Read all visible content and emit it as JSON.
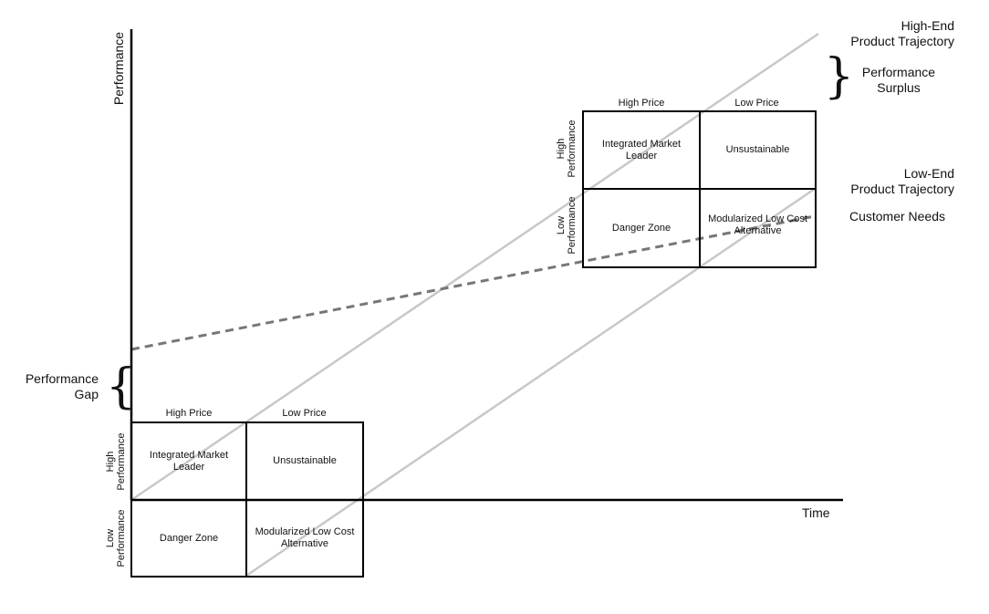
{
  "axes": {
    "y_label": "Performance",
    "x_label": "Time"
  },
  "trajectories": {
    "high_end": "High-End\nProduct Trajectory",
    "low_end": "Low-End\nProduct Trajectory",
    "customer_needs": "Customer Needs"
  },
  "annotations": {
    "surplus": "Performance\nSurplus",
    "gap": "Performance\nGap"
  },
  "matrix_top": {
    "col_high": "High Price",
    "col_low": "Low Price",
    "row_high": "High\nPerformance",
    "row_low": "Low\nPerformance",
    "cells": {
      "hh": "Integrated Market\nLeader",
      "hl": "Unsustainable",
      "lh": "Danger Zone",
      "ll": "Modularized Low Cost\nAlternative"
    }
  },
  "matrix_bottom": {
    "col_high": "High Price",
    "col_low": "Low Price",
    "row_high": "High\nPerformance",
    "row_low": "Low\nPerformance",
    "cells": {
      "hh": "Integrated Market\nLeader",
      "hl": "Unsustainable",
      "lh": "Danger Zone",
      "ll": "Modularized Low Cost\nAlternative"
    }
  },
  "colors": {
    "trajectory": "#c8c8c8",
    "needs": "#777777",
    "axis": "#000000"
  }
}
